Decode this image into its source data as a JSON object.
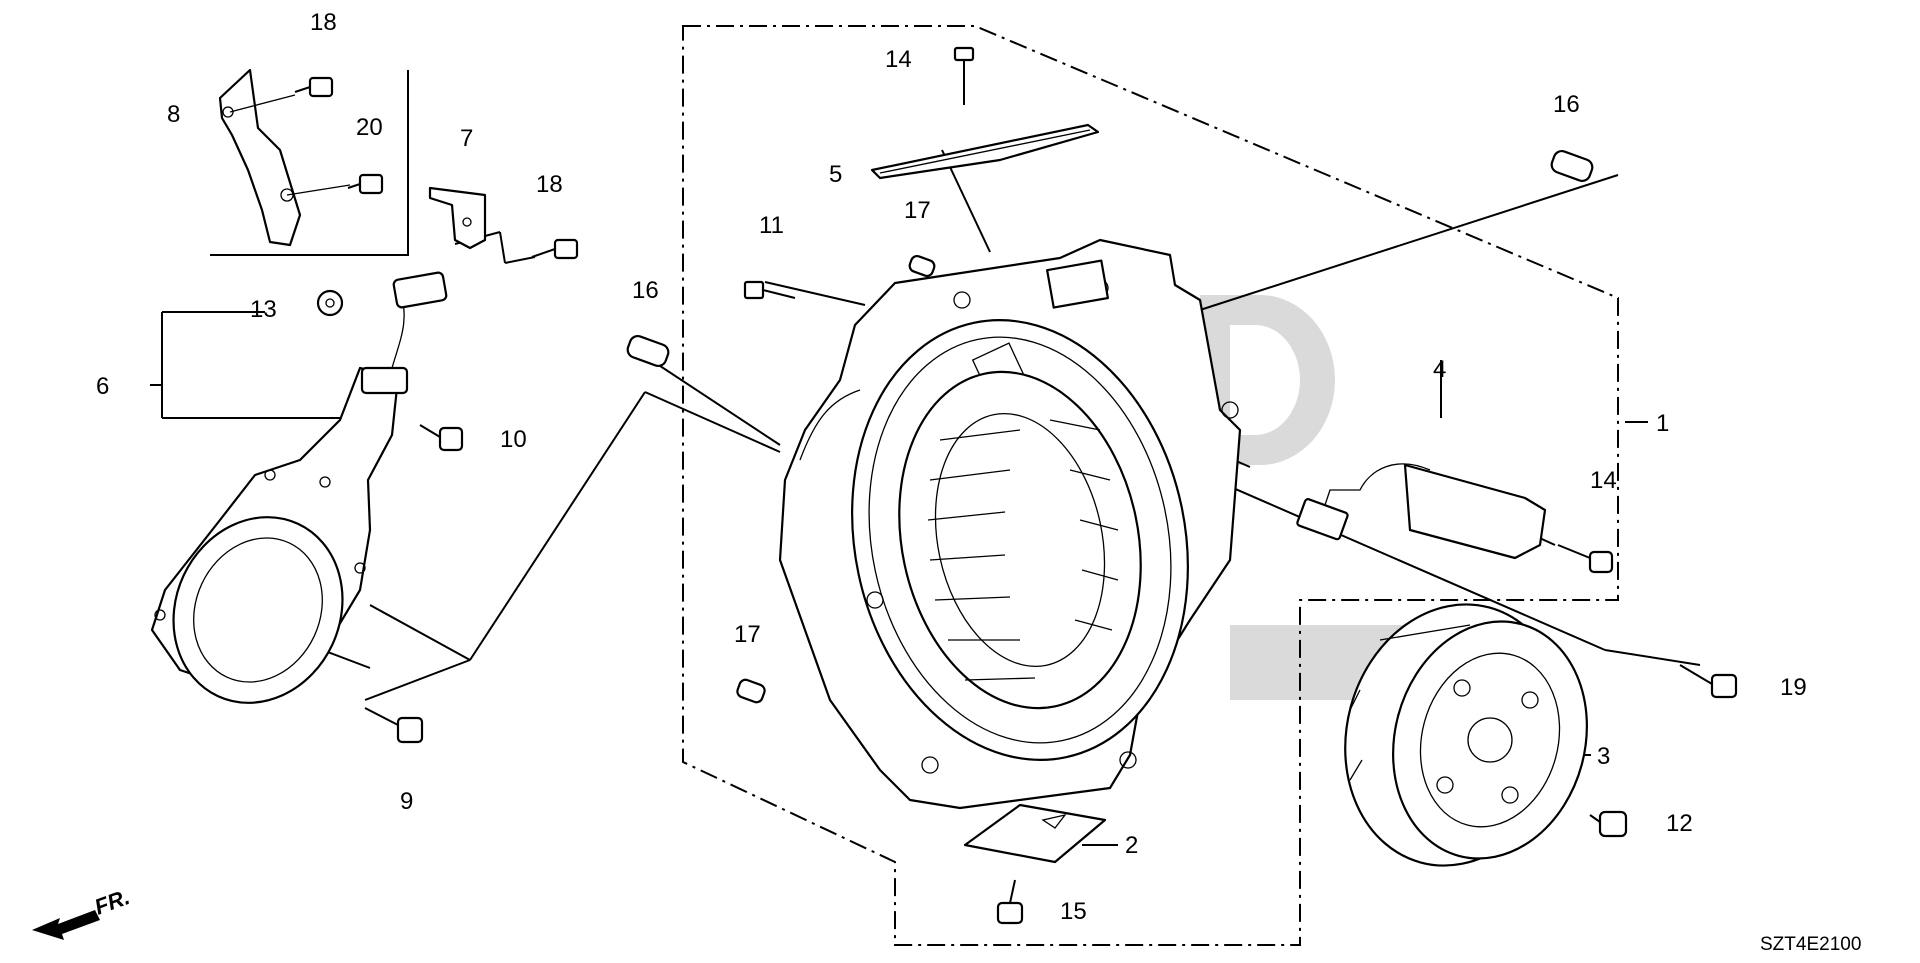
{
  "diagram": {
    "callouts": [
      {
        "id": "c1",
        "label": "1"
      },
      {
        "id": "c2",
        "label": "2"
      },
      {
        "id": "c3",
        "label": "3"
      },
      {
        "id": "c4",
        "label": "4"
      },
      {
        "id": "c5",
        "label": "5"
      },
      {
        "id": "c6",
        "label": "6"
      },
      {
        "id": "c7",
        "label": "7"
      },
      {
        "id": "c8",
        "label": "8"
      },
      {
        "id": "c9",
        "label": "9"
      },
      {
        "id": "c10",
        "label": "10"
      },
      {
        "id": "c11",
        "label": "11"
      },
      {
        "id": "c12",
        "label": "12"
      },
      {
        "id": "c13",
        "label": "13"
      },
      {
        "id": "c14a",
        "label": "14"
      },
      {
        "id": "c14b",
        "label": "14"
      },
      {
        "id": "c15",
        "label": "15"
      },
      {
        "id": "c16a",
        "label": "16"
      },
      {
        "id": "c16b",
        "label": "16"
      },
      {
        "id": "c17a",
        "label": "17"
      },
      {
        "id": "c17b",
        "label": "17"
      },
      {
        "id": "c18a",
        "label": "18"
      },
      {
        "id": "c18b",
        "label": "18"
      },
      {
        "id": "c19",
        "label": "19"
      },
      {
        "id": "c20",
        "label": "20"
      }
    ],
    "front_marker": "FR.",
    "diagram_code": "SZT4E2100"
  }
}
